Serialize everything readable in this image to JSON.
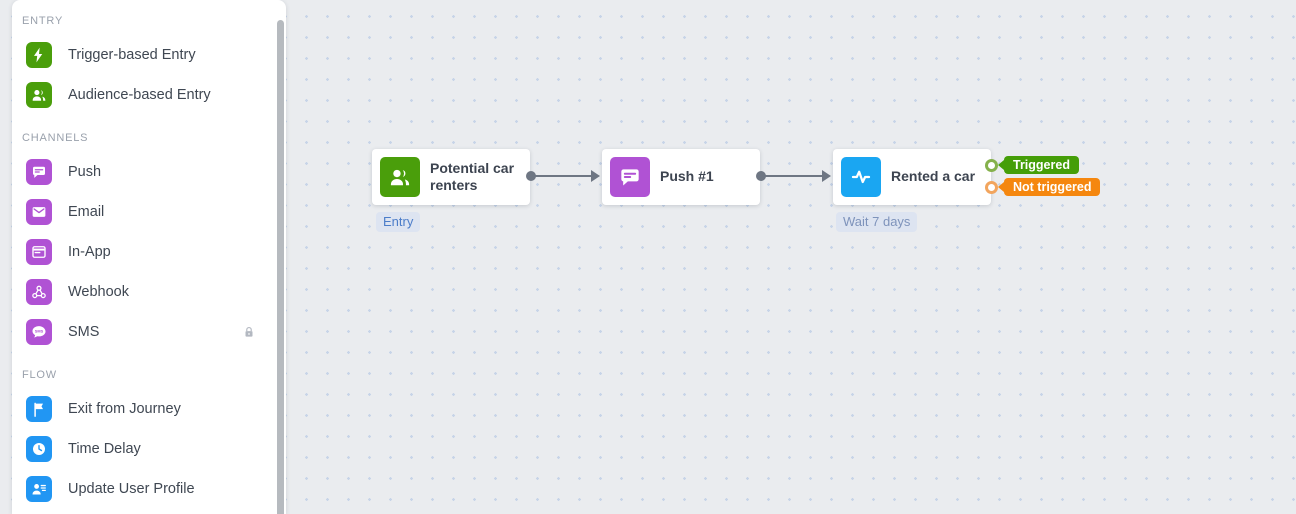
{
  "sidebar": {
    "sections": [
      {
        "label": "ENTRY",
        "items": [
          {
            "label": "Trigger-based Entry",
            "icon": "bolt-icon",
            "color": "#4a9e0b"
          },
          {
            "label": "Audience-based Entry",
            "icon": "audience-icon",
            "color": "#4a9e0b"
          }
        ]
      },
      {
        "label": "CHANNELS",
        "items": [
          {
            "label": "Push",
            "icon": "push-chat-icon",
            "color": "#b052d4"
          },
          {
            "label": "Email",
            "icon": "email-icon",
            "color": "#b052d4"
          },
          {
            "label": "In-App",
            "icon": "inapp-icon",
            "color": "#b052d4"
          },
          {
            "label": "Webhook",
            "icon": "webhook-icon",
            "color": "#b052d4"
          },
          {
            "label": "SMS",
            "icon": "sms-icon",
            "color": "#b052d4",
            "locked": true,
            "lock_icon": "lock-icon"
          }
        ]
      },
      {
        "label": "FLOW",
        "items": [
          {
            "label": "Exit from Journey",
            "icon": "flag-icon",
            "color": "#2196f3"
          },
          {
            "label": "Time Delay",
            "icon": "clock-icon",
            "color": "#2196f3"
          },
          {
            "label": "Update User Profile",
            "icon": "user-edit-icon",
            "color": "#2196f3"
          }
        ]
      }
    ]
  },
  "canvas": {
    "nodes": [
      {
        "title": "Potential car renters",
        "icon": "audience-icon",
        "color": "#4a9e0b",
        "tag": "Entry"
      },
      {
        "title": "Push #1",
        "icon": "push-chat-icon",
        "color": "#b052d4"
      },
      {
        "title": "Rented a car",
        "icon": "activity-icon",
        "color": "#1aa6f2",
        "tag": "Wait 7 days"
      }
    ],
    "branches": [
      {
        "label": "Triggered",
        "color": "#459e08",
        "port_color": "#85b14c"
      },
      {
        "label": "Not triggered",
        "color": "#f5870f",
        "port_color": "#f2a55e"
      }
    ]
  },
  "colors": {
    "canvas_background": "#eaecef",
    "canvas_dots": "#c7d4e8",
    "edge": "#6e7683",
    "tag_background": "#dde4f1",
    "entry_tag_text": "#4c7dc9",
    "wait_tag_text": "#7e93bb"
  }
}
